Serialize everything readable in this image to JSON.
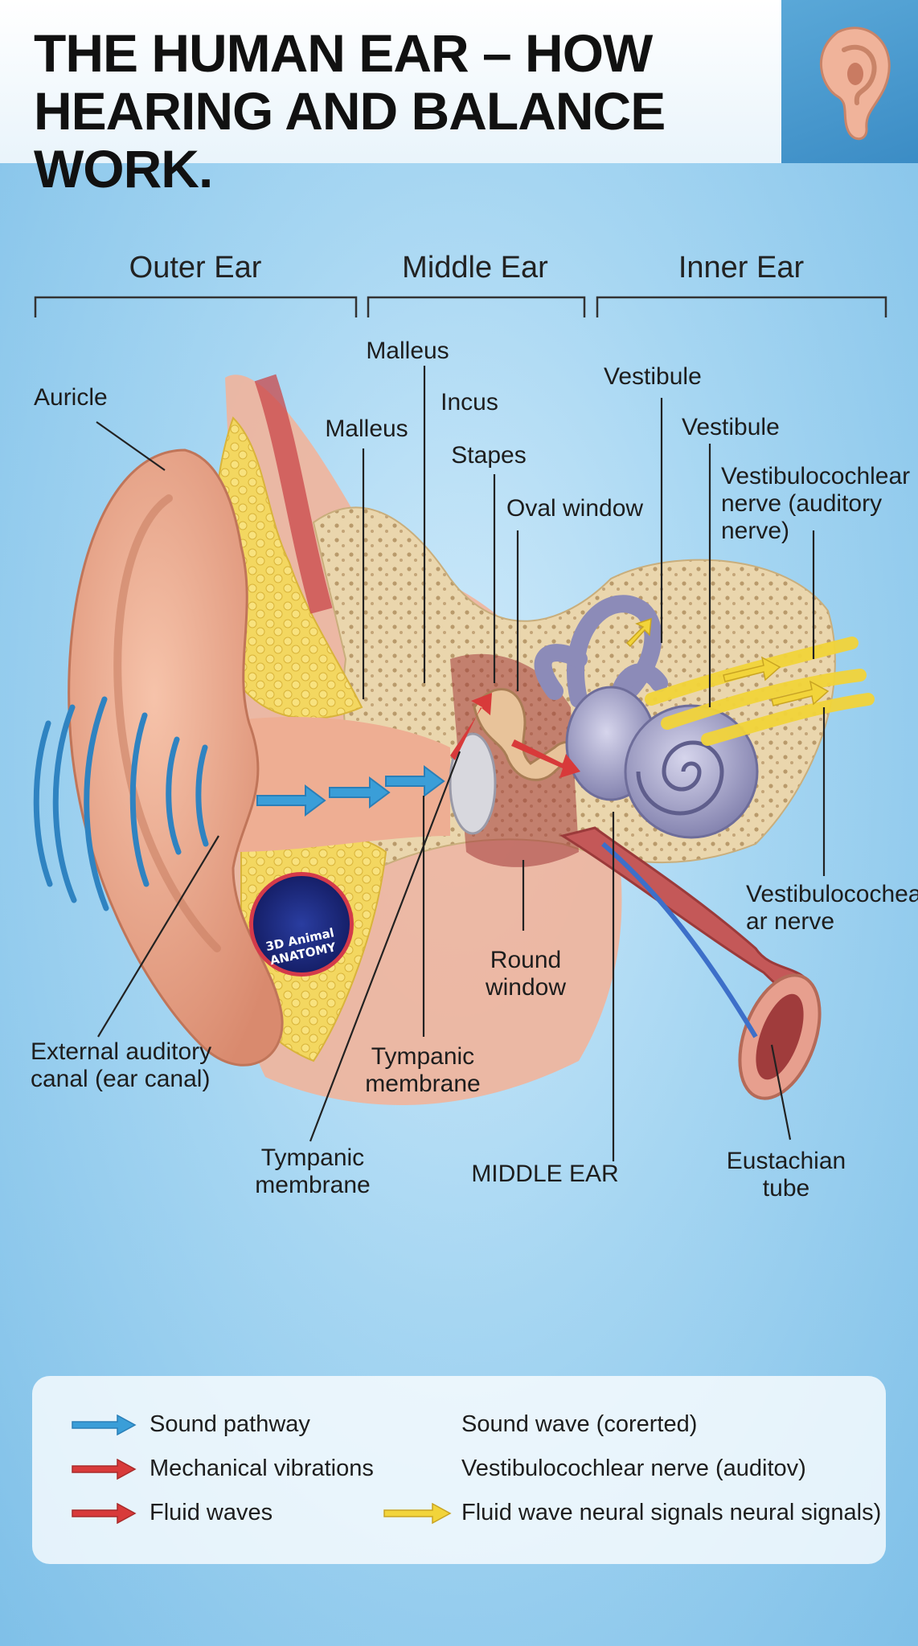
{
  "title": "THE HUMAN EAR – HOW HEARING AND BALANCE WORK.",
  "sections": {
    "outer": "Outer Ear",
    "middle": "Middle Ear",
    "inner": "Inner Ear"
  },
  "labels": {
    "auricle": "Auricle",
    "malleus_top": "Malleus",
    "malleus": "Malleus",
    "incus": "Incus",
    "stapes": "Stapes",
    "oval_window": "Oval window",
    "vestibule_top": "Vestibule",
    "vestibule": "Vestibule",
    "vestibulocochlear_auditory": "Vestibulocochlear nerve (auditory nerve)",
    "vestibulocochlear_nerve": "Vestibulocochear ar nerve",
    "round_window": "Round window",
    "external_canal": "External auditory canal (ear canal)",
    "tympanic_mid": "Tympanic membrane",
    "tympanic_bottom": "Tympanic membrane",
    "middle_ear": "MIDDLE EAR",
    "eustachian": "Eustachian tube"
  },
  "logo_text": "3D Animal ANATOMY",
  "legend": [
    {
      "label": "Sound pathway",
      "color": "#3a9ed8"
    },
    {
      "label": "Mechanical vibrations",
      "color": "#d83a3a"
    },
    {
      "label": "Fluid waves",
      "color": "#d83a3a"
    },
    {
      "label": "Sound wave (corerted)",
      "color": ""
    },
    {
      "label": "Vestibulocochlear nerve (auditov)",
      "color": ""
    },
    {
      "label": "Fluid wave neural signals neural signals)",
      "color": "#f2d43a"
    }
  ],
  "colors": {
    "skin": "#e8a58a",
    "bone": "#e6cfa3",
    "fat": "#f1d25a",
    "cochlea": "#a7a6c8",
    "nerve": "#f2d43a",
    "sound_arrow": "#3a9ed8",
    "vibration_arrow": "#d83a3a"
  }
}
